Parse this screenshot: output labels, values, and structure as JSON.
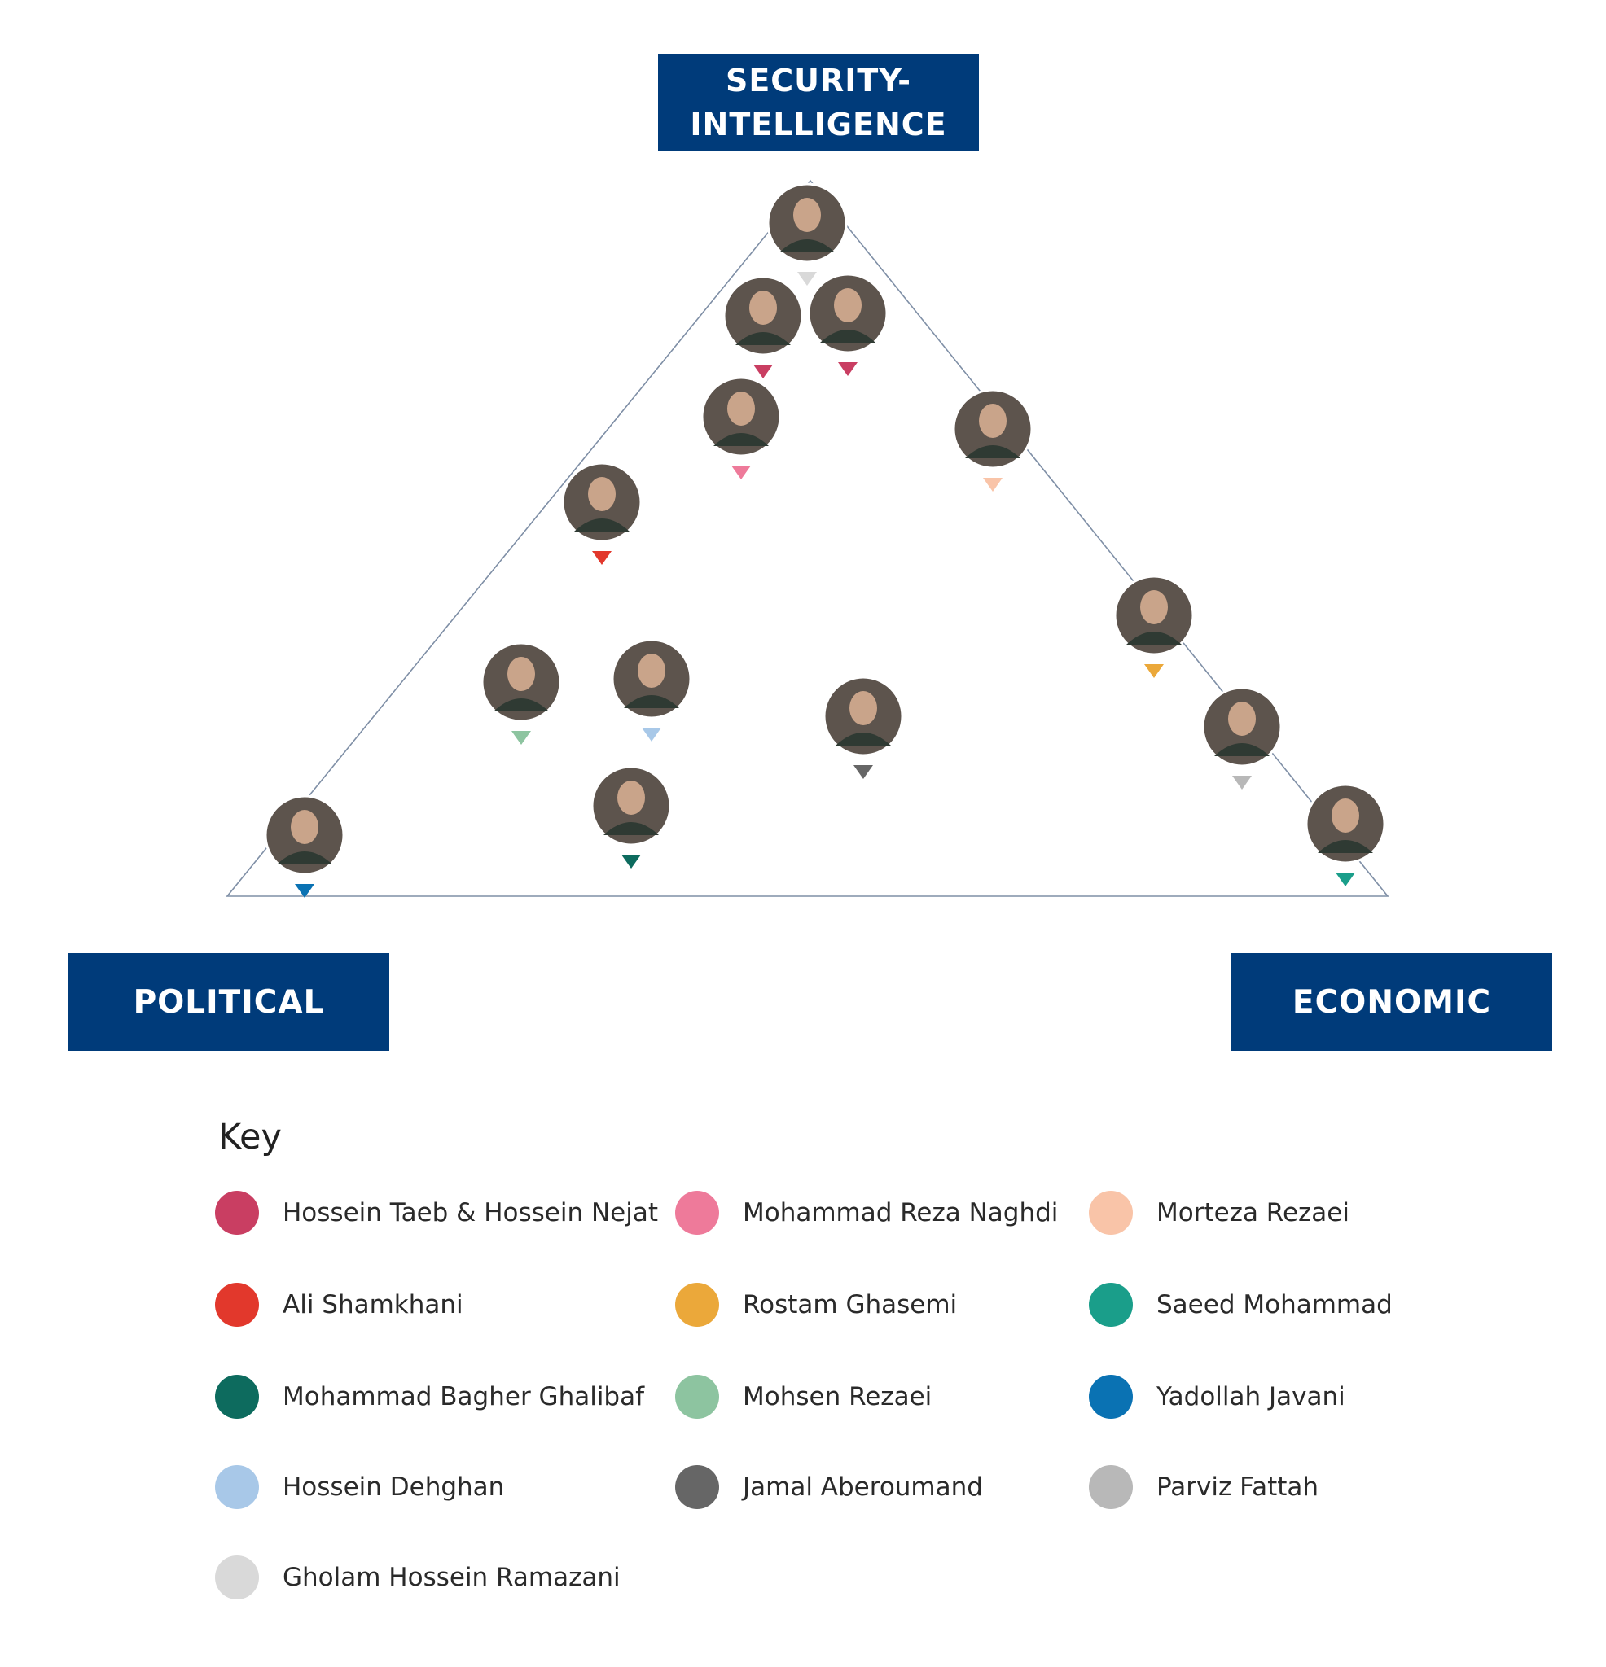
{
  "corners": {
    "top": "SECURITY-\nINTELLIGENCE",
    "left": "POLITICAL",
    "right": "ECONOMIC"
  },
  "colors": {
    "label_box": "#003b7a",
    "triangle_line": "#7f8fa6"
  },
  "people": [
    {
      "name": "Gholam Hossein Ramazani",
      "photo": "portrait-cleric-black-turban",
      "marker": "#d9d9d9"
    },
    {
      "name": "Hossein Taeb",
      "photo": "portrait-cleric-white-turban",
      "marker": "#c93e62"
    },
    {
      "name": "Hossein Nejat",
      "photo": "portrait-military-officer",
      "marker": "#c93e62"
    },
    {
      "name": "Mohammad Reza Naghdi",
      "photo": "portrait-bearded-officer",
      "marker": "#ee7a9a"
    },
    {
      "name": "Morteza Rezaei",
      "photo": "portrait-grey-beard-glasses",
      "marker": "#f9c4a8"
    },
    {
      "name": "Ali Shamkhani",
      "photo": "portrait-officer-glasses",
      "marker": "#e2382c"
    },
    {
      "name": "Rostam Ghasemi",
      "photo": "portrait-man-blue-background",
      "marker": "#eba83a"
    },
    {
      "name": "Mohsen Rezaei",
      "photo": "portrait-officer-uniform",
      "marker": "#8dc4a0"
    },
    {
      "name": "Hossein Dehghan",
      "photo": "portrait-officer-glasses-suit",
      "marker": "#a8c8e8"
    },
    {
      "name": "Jamal Aberoumand",
      "photo": "portrait-bearded-man",
      "marker": "#666666"
    },
    {
      "name": "Parviz Fattah",
      "photo": "portrait-man-beard-suit",
      "marker": "#b8b8b8"
    },
    {
      "name": "Mohammad Bagher Ghalibaf",
      "photo": "portrait-man-suit-flag",
      "marker": "#0d6b5e"
    },
    {
      "name": "Yadollah Javani",
      "photo": "portrait-officer-moustache",
      "marker": "#0a72b3"
    },
    {
      "name": "Saeed Mohammad",
      "photo": "portrait-man-beard-dark-suit",
      "marker": "#1a9e8a"
    }
  ],
  "key": {
    "title": "Key",
    "items": [
      {
        "label": "Hossein Taeb & Hossein Nejat",
        "color": "#c93e62"
      },
      {
        "label": "Mohammad Reza Naghdi",
        "color": "#ee7a9a"
      },
      {
        "label": "Morteza Rezaei",
        "color": "#f9c4a8"
      },
      {
        "label": "Ali Shamkhani",
        "color": "#e2382c"
      },
      {
        "label": "Rostam Ghasemi",
        "color": "#eba83a"
      },
      {
        "label": "Saeed Mohammad",
        "color": "#1a9e8a"
      },
      {
        "label": "Mohammad Bagher Ghalibaf",
        "color": "#0d6b5e"
      },
      {
        "label": "Mohsen Rezaei",
        "color": "#8dc4a0"
      },
      {
        "label": "Yadollah Javani",
        "color": "#0a72b3"
      },
      {
        "label": "Hossein Dehghan",
        "color": "#a8c8e8"
      },
      {
        "label": "Jamal Aberoumand",
        "color": "#666666"
      },
      {
        "label": "Parviz Fattah",
        "color": "#b8b8b8"
      },
      {
        "label": "Gholam Hossein Ramazani",
        "color": "#d9d9d9"
      }
    ]
  }
}
